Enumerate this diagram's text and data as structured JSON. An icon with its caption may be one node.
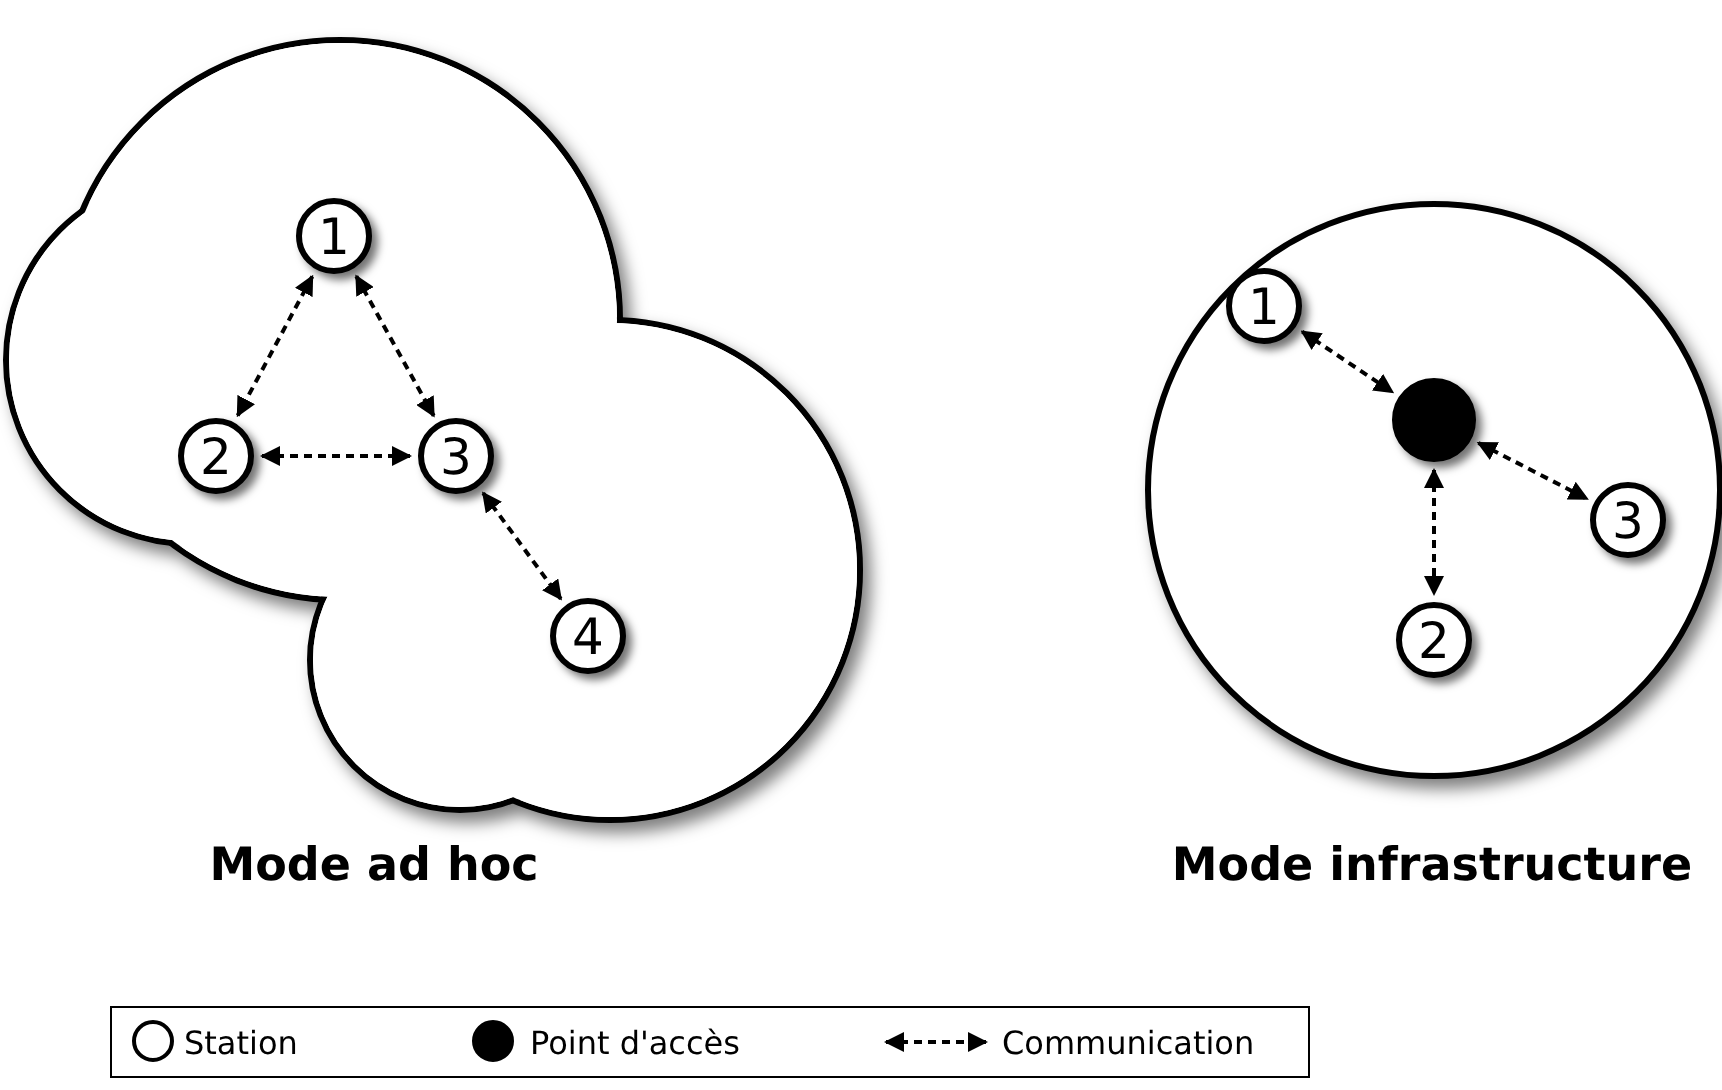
{
  "diagram": {
    "nodes": [
      {
        "text": [
          "Mode ad hoc"
        ]
      },
      {
        "text": [
          "1"
        ],
        "in": 0
      },
      {
        "text": [
          "2"
        ],
        "in": 0
      },
      {
        "text": [
          "3"
        ],
        "in": 0
      },
      {
        "text": [
          "4"
        ],
        "in": 0
      },
      {
        "text": [
          "Mode infrastructure"
        ]
      },
      {
        "text": [
          "1"
        ],
        "in": 5
      },
      {
        "text": [],
        "shape": "circle",
        "in": 5
      },
      {
        "text": [
          "3"
        ],
        "in": 5
      },
      {
        "text": [
          "2"
        ],
        "in": 5
      }
    ],
    "edges": [
      {
        "from": 1,
        "to": 2,
        "arrow": "both",
        "style": "dashed"
      },
      {
        "from": 1,
        "to": 3,
        "arrow": "both",
        "style": "dashed"
      },
      {
        "from": 2,
        "to": 3,
        "arrow": "both",
        "style": "dashed"
      },
      {
        "from": 3,
        "to": 4,
        "arrow": "both",
        "style": "dashed"
      },
      {
        "from": 6,
        "to": 7,
        "arrow": "both",
        "style": "dashed"
      },
      {
        "from": 7,
        "to": 8,
        "arrow": "both",
        "style": "dashed"
      },
      {
        "from": 7,
        "to": 9,
        "arrow": "both",
        "style": "dashed"
      }
    ],
    "legend": [
      {
        "text": "Station",
        "color": "#ffffff"
      },
      {
        "text": "Point d'accès",
        "color": "#000000"
      },
      {
        "text": "Communication"
      }
    ]
  }
}
